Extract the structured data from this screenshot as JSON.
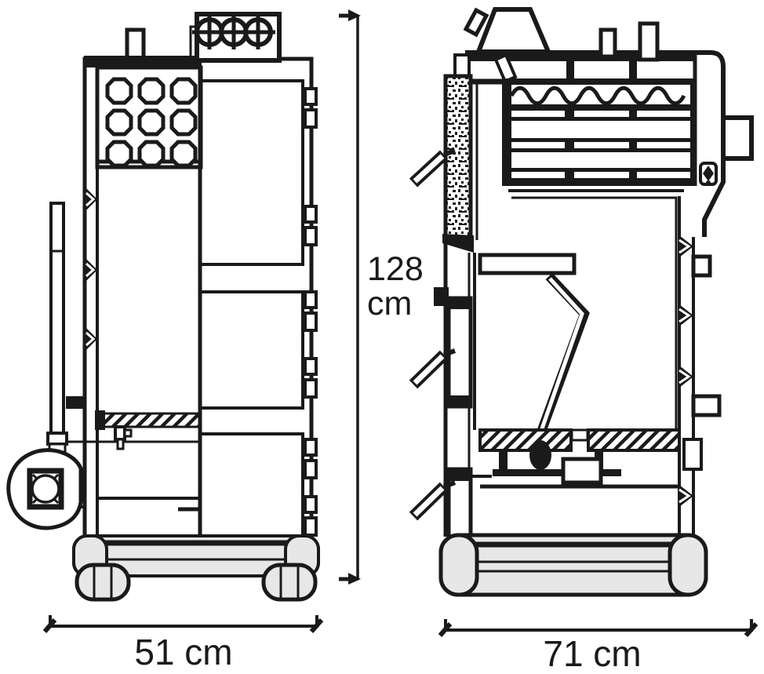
{
  "drawing": {
    "type": "boiler-two-view-dimensional-drawing",
    "dimensions": {
      "height_value": "128",
      "height_unit": "cm",
      "front_width_label": "51 cm",
      "side_depth_label": "71 cm"
    },
    "colors": {
      "line": "#1a1a1a",
      "background": "#ffffff",
      "base_fill": "#e7e7e7"
    }
  }
}
